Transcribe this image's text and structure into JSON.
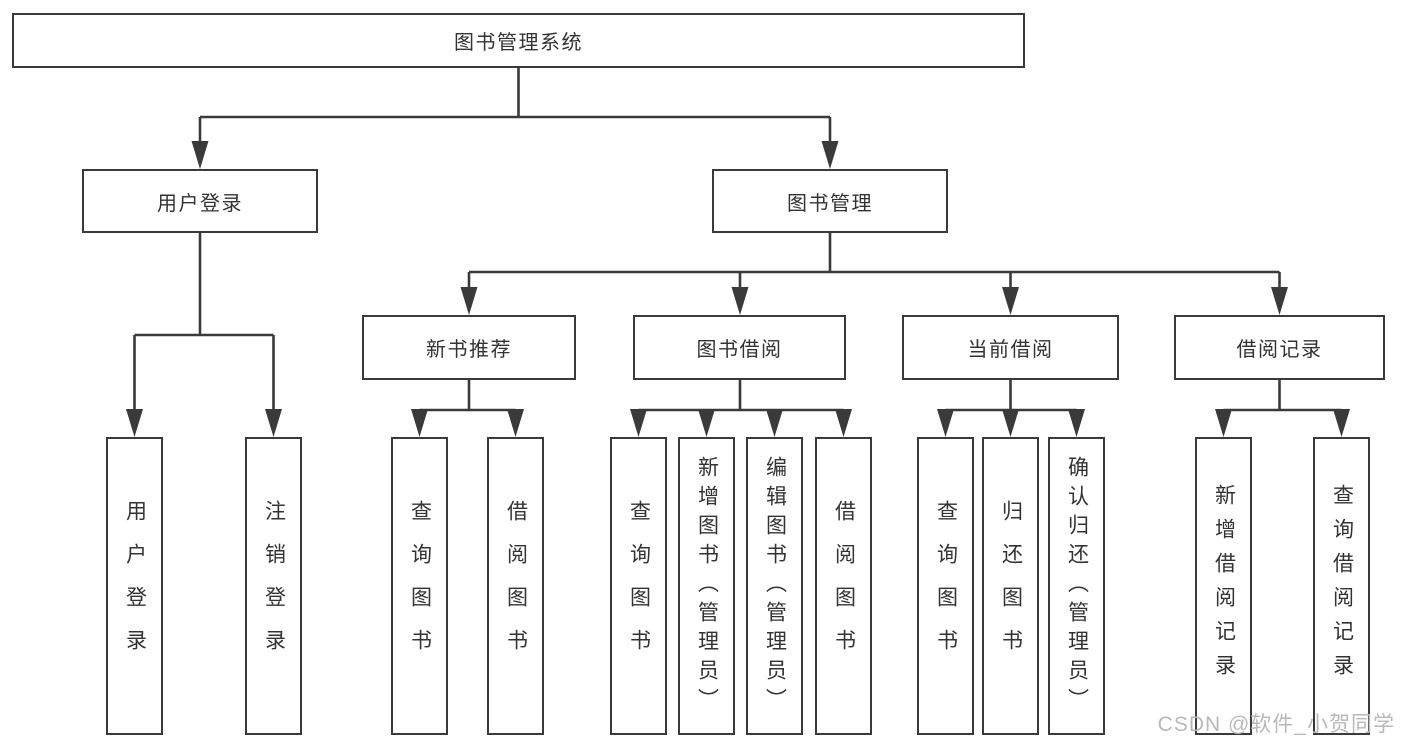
{
  "diagram_title": "图书管理系统",
  "tree": {
    "label": "图书管理系统",
    "children": [
      {
        "label": "用户登录",
        "children": [
          {
            "label": "用户登录"
          },
          {
            "label": "注销登录"
          }
        ]
      },
      {
        "label": "图书管理",
        "children": [
          {
            "label": "新书推荐",
            "children": [
              {
                "label": "查询图书"
              },
              {
                "label": "借阅图书"
              }
            ]
          },
          {
            "label": "图书借阅",
            "children": [
              {
                "label": "查询图书"
              },
              {
                "label": "新增图书（管理员）"
              },
              {
                "label": "编辑图书（管理员）"
              },
              {
                "label": "借阅图书"
              }
            ]
          },
          {
            "label": "当前借阅",
            "children": [
              {
                "label": "查询图书"
              },
              {
                "label": "归还图书"
              },
              {
                "label": "确认归还（管理员）"
              }
            ]
          },
          {
            "label": "借阅记录",
            "children": [
              {
                "label": "新增借阅记录"
              },
              {
                "label": "查询借阅记录"
              }
            ]
          }
        ]
      }
    ]
  },
  "colors": {
    "line": "#3a3a3a",
    "text": "#333333",
    "background": "#ffffff",
    "watermark": "#b9b9b9"
  },
  "watermark": {
    "text": "CSDN @软件_小贺同学"
  }
}
